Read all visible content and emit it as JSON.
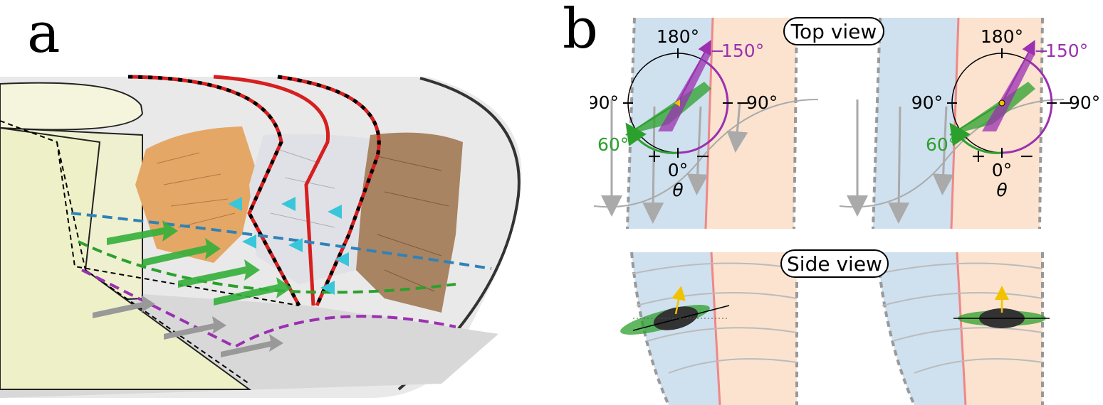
{
  "panel_a": {
    "letter": "a"
  },
  "panel_b": {
    "letter": "b",
    "top_view_label": "Top view",
    "side_view_label": "Side view",
    "angles": {
      "top": "180°",
      "left": "90°",
      "right": "90°",
      "bottom": "0°",
      "purple": "150°",
      "green": "60°",
      "theta": "θ",
      "plus": "+",
      "minus": "−"
    },
    "colors": {
      "blue_region": "#cfe0ef",
      "orange_region": "#fbe3cf",
      "green": "#2ca02c",
      "purple": "#9b30b0",
      "red": "#d61f1f"
    }
  }
}
